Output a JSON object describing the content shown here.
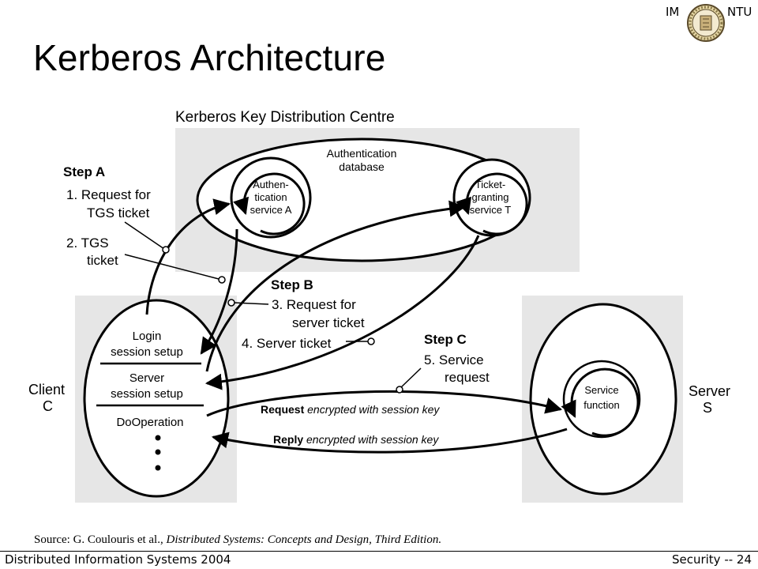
{
  "slide": {
    "title": "Kerberos Architecture",
    "logo": {
      "left_text": "IM",
      "right_text": "NTU"
    },
    "source": {
      "prefix": "Source: G. Coulouris et al., ",
      "book": "Distributed Systems: Concepts and Design, Third Edition."
    },
    "footer": {
      "left": "Distributed Information Systems 2004",
      "right": "Security -- 24"
    }
  },
  "diagram": {
    "kdc_title": "Kerberos  Key Distribution Centre",
    "auth_db": [
      "Authentication",
      "database"
    ],
    "auth_service": [
      "Authen-",
      "tication",
      "service A"
    ],
    "tgs_service": [
      "Ticket-",
      "granting",
      "service T"
    ],
    "step_a": {
      "title": "Step A",
      "item1": [
        "1.  Request for",
        "TGS ticket"
      ],
      "item2": [
        "2.  TGS",
        "ticket"
      ]
    },
    "step_b": {
      "title": "Step B",
      "item3": [
        "3.  Request for",
        "server ticket"
      ],
      "item4": "4. Server ticket"
    },
    "step_c": {
      "title": "Step C",
      "item5": [
        "5.  Service",
        "request"
      ]
    },
    "client_label": [
      "Client",
      "C"
    ],
    "server_label": [
      "Server",
      "S"
    ],
    "client_sections": {
      "login": [
        "Login",
        "session setup"
      ],
      "server_setup": [
        "Server",
        "session setup"
      ],
      "do_operation": "DoOperation"
    },
    "service_function": [
      "Service",
      "function"
    ],
    "request_arrow": {
      "bold": "Request",
      "italic": " encrypted with session key"
    },
    "reply_arrow": {
      "bold": "Reply",
      "italic": " encrypted with session key"
    }
  }
}
